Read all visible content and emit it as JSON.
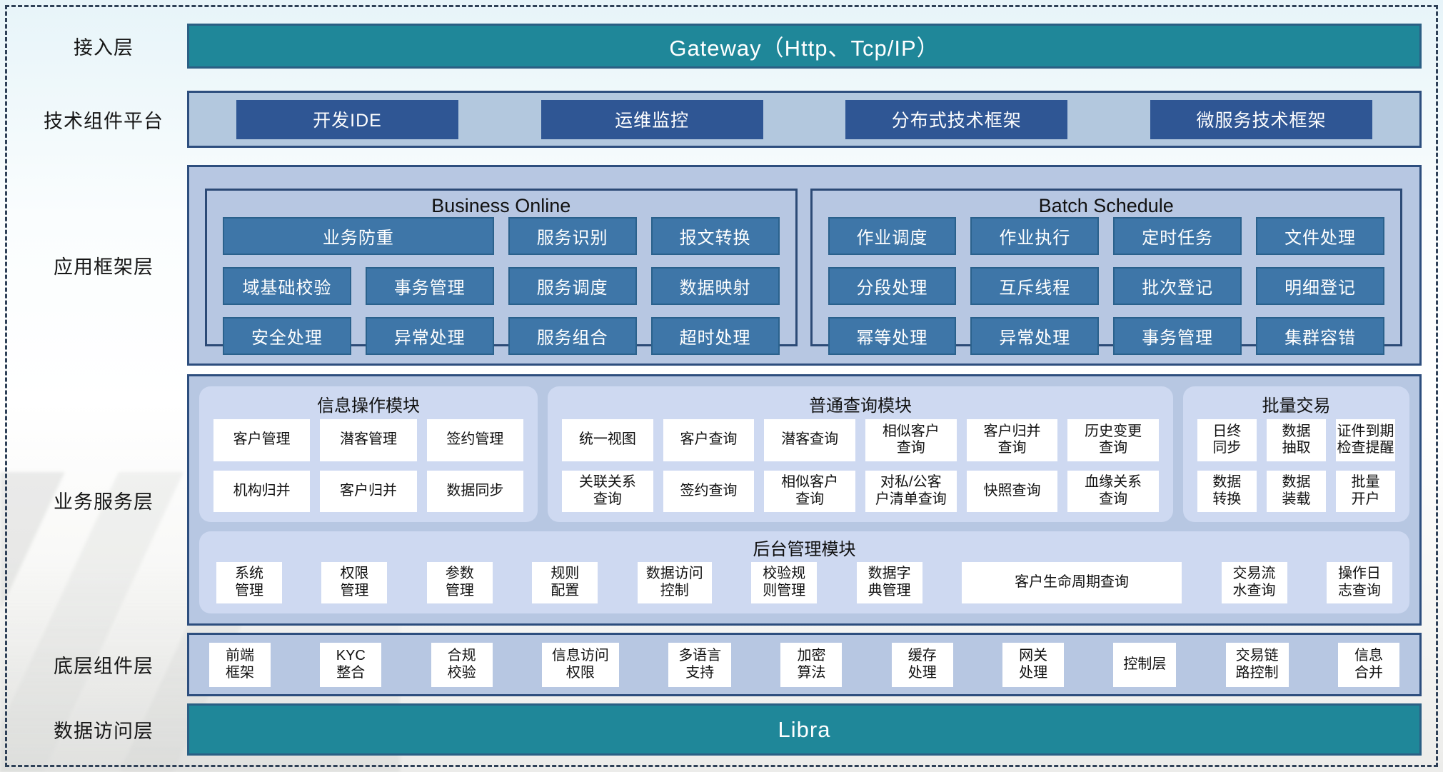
{
  "access": {
    "label": "接入层",
    "text": "Gateway（Http、Tcp/IP）"
  },
  "tech": {
    "label": "技术组件平台",
    "buttons": [
      "开发IDE",
      "运维监控",
      "分布式技术框架",
      "微服务技术框架"
    ]
  },
  "appframe": {
    "label": "应用框架层",
    "sections": [
      {
        "title": "Business Online",
        "buttons": [
          {
            "text": "业务防重",
            "span": 2
          },
          {
            "text": "服务识别"
          },
          {
            "text": "报文转换"
          },
          {
            "text": "域基础校验"
          },
          {
            "text": "事务管理"
          },
          {
            "text": "服务调度"
          },
          {
            "text": "数据映射"
          },
          {
            "text": "安全处理"
          },
          {
            "text": "异常处理"
          },
          {
            "text": "服务组合"
          },
          {
            "text": "超时处理"
          }
        ]
      },
      {
        "title": "Batch Schedule",
        "buttons": [
          {
            "text": "作业调度"
          },
          {
            "text": "作业执行"
          },
          {
            "text": "定时任务"
          },
          {
            "text": "文件处理"
          },
          {
            "text": "分段处理"
          },
          {
            "text": "互斥线程"
          },
          {
            "text": "批次登记"
          },
          {
            "text": "明细登记"
          },
          {
            "text": "幂等处理"
          },
          {
            "text": "异常处理"
          },
          {
            "text": "事务管理"
          },
          {
            "text": "集群容错"
          }
        ]
      }
    ]
  },
  "service": {
    "label": "业务服务层",
    "modules": [
      {
        "title": "信息操作模块",
        "cols": 3,
        "grow": 470,
        "chips": [
          "客户管理",
          "潜客管理",
          "签约管理",
          "机构归并",
          "客户归并",
          "数据同步"
        ]
      },
      {
        "title": "普通查询模块",
        "cols": 6,
        "grow": 905,
        "chips": [
          "统一视图",
          "客户查询",
          "潜客查询",
          "相似客户\n查询",
          "客户归并\n查询",
          "历史变更\n查询",
          "关联关系\n查询",
          "签约查询",
          "相似客户\n查询",
          "对私/公客\n户清单查询",
          "快照查询",
          "血缘关系\n查询"
        ]
      },
      {
        "title": "批量交易",
        "cols": 3,
        "grow": 300,
        "chips": [
          "日终\n同步",
          "数据\n抽取",
          "证件到期\n检查提醒",
          "数据\n转换",
          "数据\n装载",
          "批量\n开户"
        ]
      }
    ],
    "admin": {
      "title": "后台管理模块",
      "chips": [
        {
          "text": "系统\n管理"
        },
        {
          "text": "权限\n管理"
        },
        {
          "text": "参数\n管理"
        },
        {
          "text": "规则\n配置"
        },
        {
          "text": "数据访问\n控制"
        },
        {
          "text": "校验规\n则管理"
        },
        {
          "text": "数据字\n典管理"
        },
        {
          "text": "客户生命周期查询",
          "wide": true
        },
        {
          "text": "交易流\n水查询"
        },
        {
          "text": "操作日\n志查询"
        }
      ]
    }
  },
  "lowcomp": {
    "label": "底层组件层",
    "chips": [
      {
        "text": "前端\n框架"
      },
      {
        "text": "KYC\n整合"
      },
      {
        "text": "合规\n校验"
      },
      {
        "text": "信息访问\n权限"
      },
      {
        "text": "多语言\n支持"
      },
      {
        "text": "加密\n算法"
      },
      {
        "text": "缓存\n处理"
      },
      {
        "text": "网关\n处理"
      },
      {
        "text": "控制层"
      },
      {
        "text": "交易链\n路控制"
      },
      {
        "text": "信息\n合并"
      }
    ]
  },
  "dataaccess": {
    "label": "数据访问层",
    "text": "Libra"
  },
  "colors": {
    "teal": "#1f8799",
    "navy_border": "#2d4e7e",
    "panel_fill": "#b7c7e2",
    "tech_button": "#2f5694",
    "framework_button": "#3e76a8",
    "subpanel_fill": "#ced9f1",
    "chip_fill": "#ffffff"
  }
}
